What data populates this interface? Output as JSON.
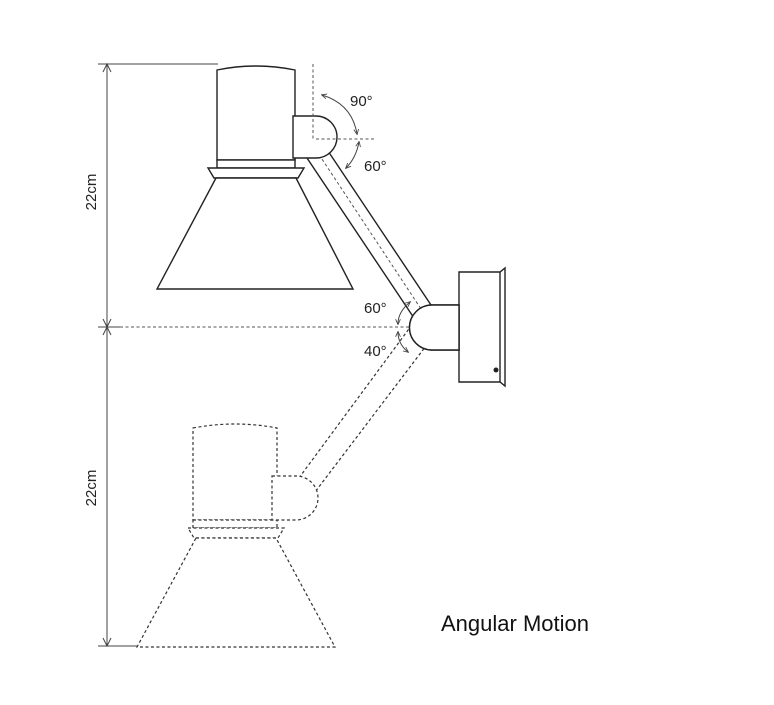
{
  "diagram": {
    "title": "Angular Motion",
    "height_upper": "22cm",
    "height_lower": "22cm",
    "angle_shade_top": "90°",
    "angle_shade_bottom": "60°",
    "angle_arm_up": "60°",
    "angle_arm_down": "40°"
  }
}
